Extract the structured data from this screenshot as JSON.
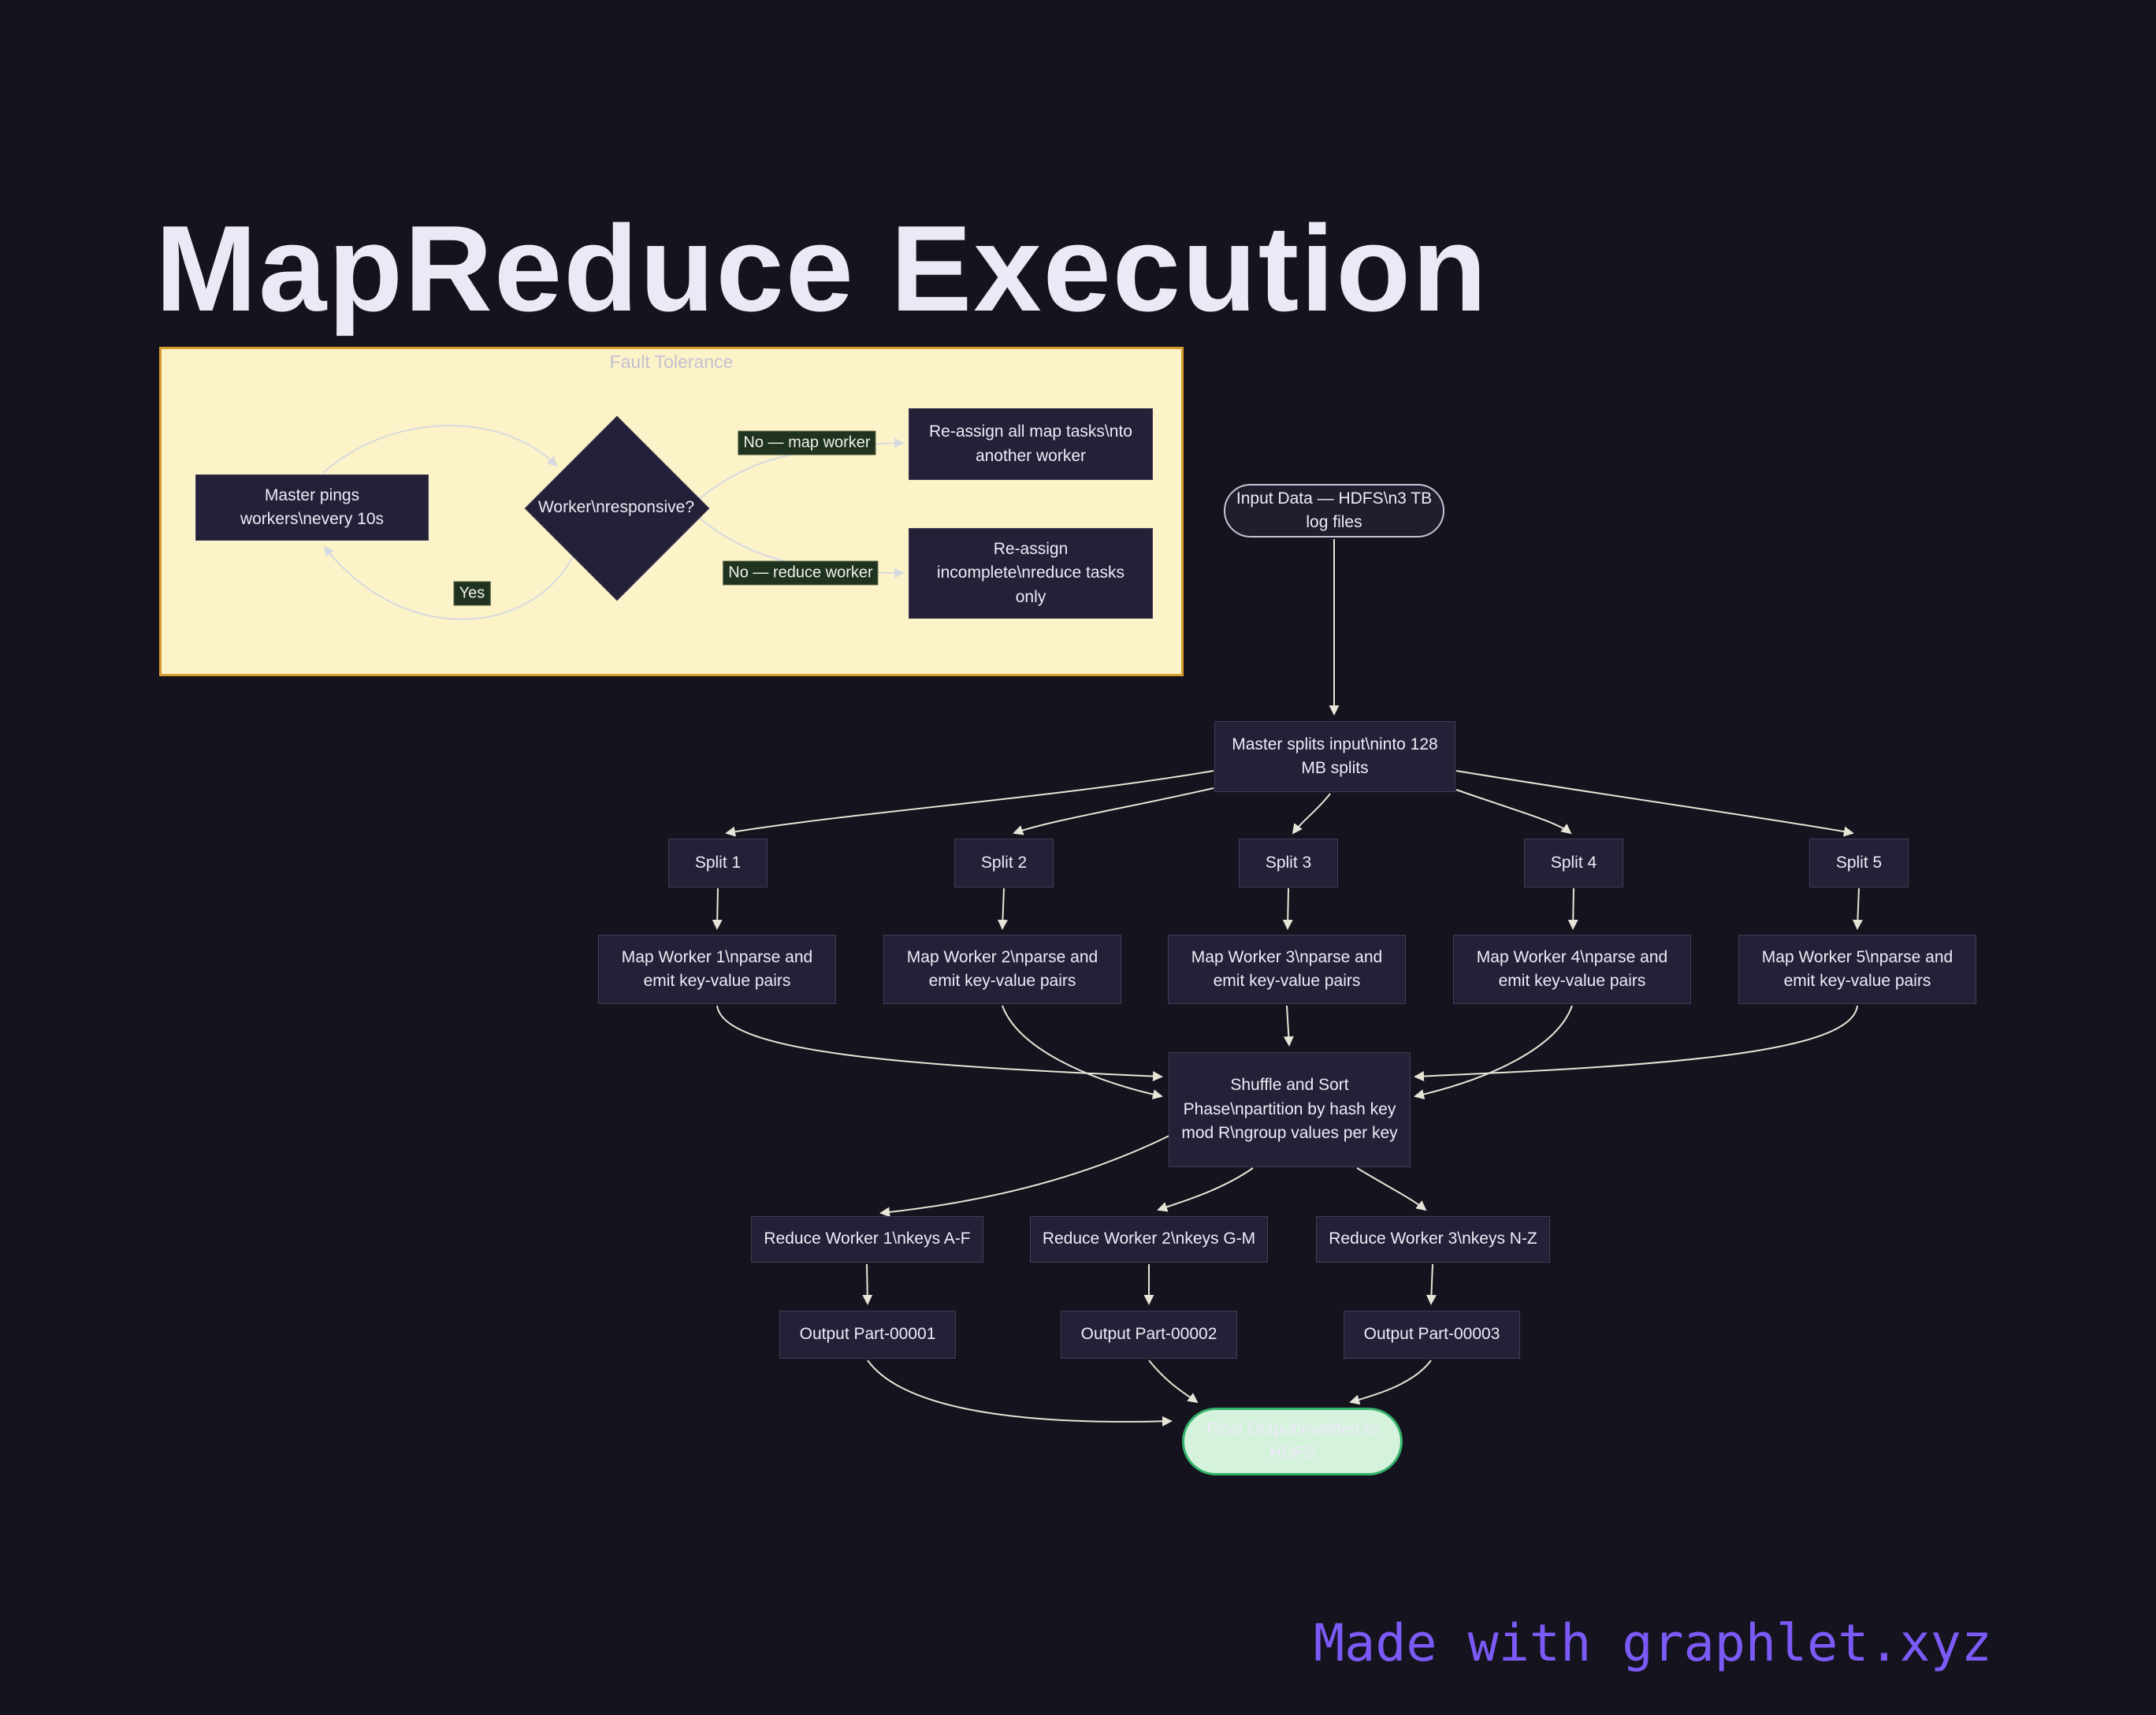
{
  "header": {
    "title": "MapReduce Execution"
  },
  "footer": {
    "credit": "Made with graphlet.xyz"
  },
  "colors": {
    "background": "#15131d",
    "node_fill": "#232037",
    "node_border": "#403c56",
    "edge": "#e7e5d8",
    "group_fill": "#fdf3c9",
    "group_border": "#d89b2e",
    "edge_label_bg": "#1f3320",
    "final_fill": "#d4f2dc",
    "final_border": "#35b36a",
    "title_color": "#ece9f6",
    "watermark_purple": "#7b5af7"
  },
  "fault_tolerance": {
    "label": "Fault Tolerance",
    "nodes": {
      "master_pings": "Master pings workers\\nevery 10s",
      "decision": "Worker\\nresponsive?",
      "reassign_map": "Re-assign all map tasks\\nto another worker",
      "reassign_reduce": "Re-assign incomplete\\nreduce tasks only"
    },
    "edge_labels": {
      "yes": "Yes",
      "no_map": "No — map worker",
      "no_reduce": "No — reduce worker"
    }
  },
  "pipeline": {
    "input": "Input Data — HDFS\\n3 TB log files",
    "master_split": "Master splits input\\ninto 128 MB splits",
    "splits": [
      "Split 1",
      "Split 2",
      "Split 3",
      "Split 4",
      "Split 5"
    ],
    "map_workers": [
      "Map Worker 1\\nparse and emit key-value pairs",
      "Map Worker 2\\nparse and emit key-value pairs",
      "Map Worker 3\\nparse and emit key-value pairs",
      "Map Worker 4\\nparse and emit key-value pairs",
      "Map Worker 5\\nparse and emit key-value pairs"
    ],
    "shuffle": "Shuffle and Sort Phase\\npartition by hash key mod R\\ngroup values per key",
    "reduce_workers": [
      "Reduce Worker 1\\nkeys A-F",
      "Reduce Worker 2\\nkeys G-M",
      "Reduce Worker 3\\nkeys N-Z"
    ],
    "outputs": [
      "Output Part-00001",
      "Output Part-00002",
      "Output Part-00003"
    ],
    "final_output": "Final Output\\nwritten to HDFS"
  }
}
